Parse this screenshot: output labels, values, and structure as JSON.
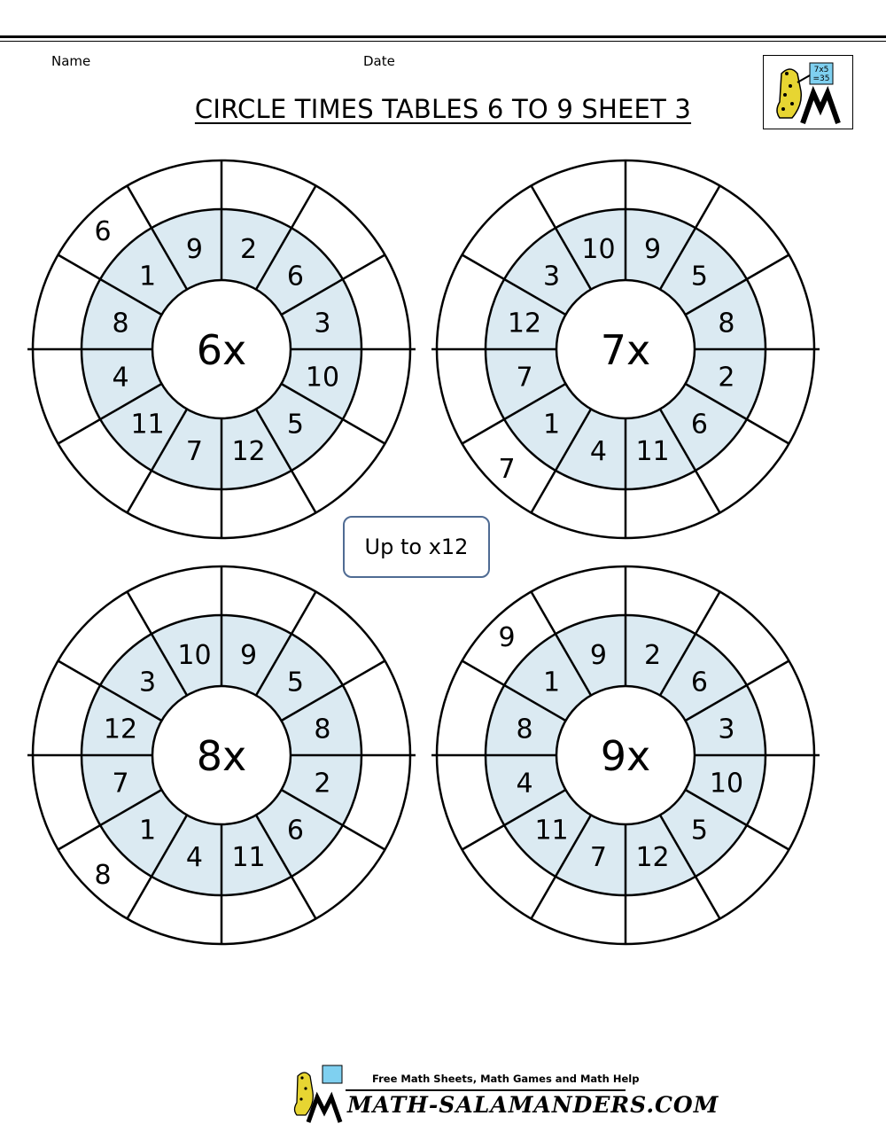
{
  "header": {
    "name_label": "Name",
    "date_label": "Date",
    "title": "CIRCLE TIMES TABLES 6 TO 9 SHEET 3"
  },
  "logo": {
    "badge_line1": "7x5",
    "badge_line2": "=35"
  },
  "hint": "Up to x12",
  "colors": {
    "segment_fill": "#dbeaf2",
    "line": "#000000",
    "hint_border": "#4f6b93",
    "salamander": "#e7d532",
    "badge": "#7fd0f0"
  },
  "wheels": [
    {
      "center_label": "6x",
      "inner": [
        "2",
        "6",
        "3",
        "10",
        "5",
        "12",
        "7",
        "11",
        "4",
        "8",
        "1",
        "9"
      ],
      "outer": [
        "",
        "",
        "",
        "",
        "",
        "",
        "",
        "",
        "",
        "",
        "6",
        ""
      ]
    },
    {
      "center_label": "7x",
      "inner": [
        "9",
        "5",
        "8",
        "2",
        "6",
        "11",
        "4",
        "1",
        "7",
        "12",
        "3",
        "10"
      ],
      "outer": [
        "",
        "",
        "",
        "",
        "",
        "",
        "",
        "7",
        "",
        "",
        "",
        ""
      ]
    },
    {
      "center_label": "8x",
      "inner": [
        "9",
        "5",
        "8",
        "2",
        "6",
        "11",
        "4",
        "1",
        "7",
        "12",
        "3",
        "10"
      ],
      "outer": [
        "",
        "",
        "",
        "",
        "",
        "",
        "",
        "8",
        "",
        "",
        "",
        ""
      ]
    },
    {
      "center_label": "9x",
      "inner": [
        "2",
        "6",
        "3",
        "10",
        "5",
        "12",
        "7",
        "11",
        "4",
        "8",
        "1",
        "9"
      ],
      "outer": [
        "",
        "",
        "",
        "",
        "",
        "",
        "",
        "",
        "",
        "",
        "9",
        ""
      ]
    }
  ],
  "footer": {
    "tagline": "Free Math Sheets, Math Games and Math Help",
    "site": "MATH-SALAMANDERS.COM"
  }
}
